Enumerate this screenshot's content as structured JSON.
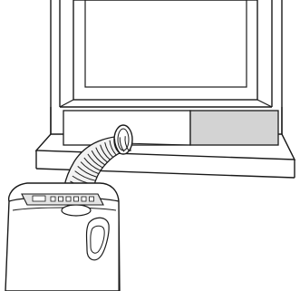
{
  "illustration": {
    "subject": "portable-air-conditioner-window-vent-installation",
    "colors": {
      "background": "#ffffff",
      "line": "#1a1a1a",
      "glass_fill": "#ffffff",
      "insert_panel_fill": "#d3d3d3",
      "hose_fill": "#f2f2f2",
      "unit_fill": "#ffffff",
      "control_panel_fill": "#e4e4e4"
    },
    "parts": [
      "window-frame",
      "window-glass",
      "window-sill",
      "window-slider-insert",
      "exhaust-hose",
      "air-conditioner-unit",
      "control-panel",
      "side-handle"
    ]
  }
}
